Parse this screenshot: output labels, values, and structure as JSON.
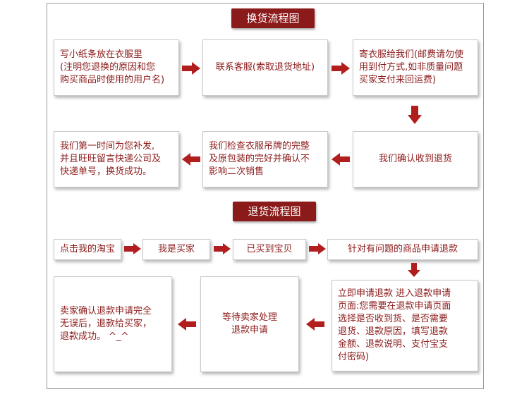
{
  "exchange": {
    "title": "换货流程图",
    "steps": [
      "写小纸条放在衣服里\n(注明您退换的原因和您\n购买商品时使用的用户名)",
      "联系客服(索取退货地址)",
      "寄衣服给我们(邮费请勿使\n用到付方式,如非质量问题\n买家支付来回运费)",
      "我们确认收到退货",
      "我们检查衣服吊牌的完整\n及原包装的完好并确认不\n影响二次销售",
      "我们第一时间为您补发,\n并且旺旺留言快递公司及\n快递单号，换货成功。"
    ]
  },
  "refund": {
    "title": "退货流程图",
    "steps": [
      "点击我的淘宝",
      "我是买家",
      "已买到宝贝",
      "针对有问题的商品申请退款",
      "立即申请退款 进入退款申请\n页面:您需要在退款申请页面\n选择是否收到货、是否需要\n退货、退款原因，填写退款\n金额、退款说明、支付宝支\n付密码)",
      "等待卖家处理\n退款申请",
      "卖家确认退款申请完全\n无误后，退款给买家，\n退款成功。 ^_^"
    ]
  },
  "colors": {
    "accent": "#8b1a1a",
    "border": "#c9c9c9"
  }
}
